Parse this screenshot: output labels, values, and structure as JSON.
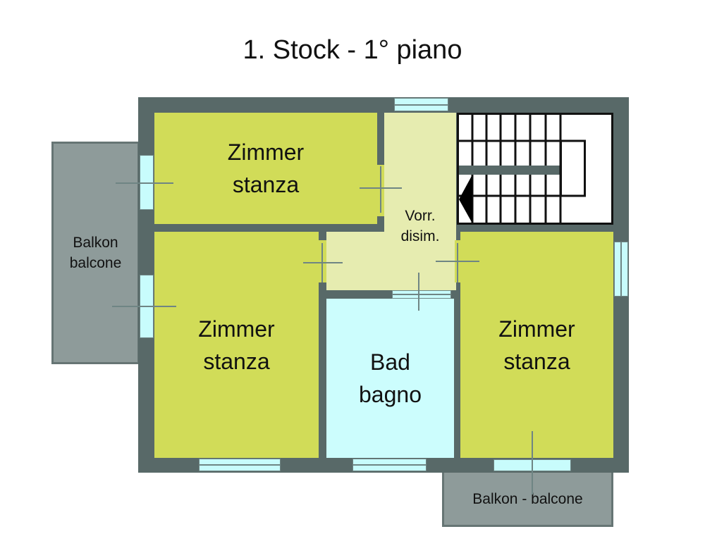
{
  "title": "1. Stock - 1° piano",
  "colors": {
    "wall": "#586968",
    "room": "#d1dc58",
    "hallway": "#e6ecb0",
    "bathroom": "#ccfdfd",
    "balcony": "#8e9b9a",
    "window": "#c8fcfc"
  },
  "rooms": {
    "room_top_left": {
      "line1": "Zimmer",
      "line2": "stanza"
    },
    "room_bottom_left": {
      "line1": "Zimmer",
      "line2": "stanza"
    },
    "room_right": {
      "line1": "Zimmer",
      "line2": "stanza"
    },
    "bathroom": {
      "line1": "Bad",
      "line2": "bagno"
    },
    "hallway": {
      "line1": "Vorr.",
      "line2": "disim."
    },
    "balcony_left": {
      "line1": "Balkon",
      "line2": "balcone"
    },
    "balcony_bottom": {
      "label": "Balkon - balcone"
    }
  },
  "stairs": {
    "icon": "stairs-icon",
    "direction_arrow": "arrow-left-icon"
  }
}
